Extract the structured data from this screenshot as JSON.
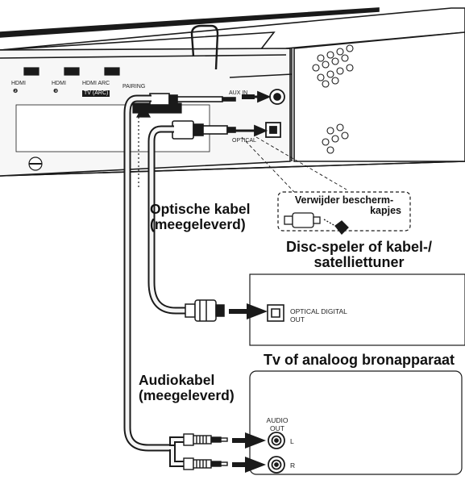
{
  "labels": {
    "optical_cable": [
      "Optische kabel",
      "(meegeleverd)"
    ],
    "audio_cable": [
      "Audiokabel",
      "(meegeleverd)"
    ],
    "disc_player": [
      "Disc-speler of kabel-/",
      "satelliettuner"
    ],
    "tv_source": "Tv of analoog bronapparaat",
    "remove_caps": [
      "Verwijder bescherm-",
      "kapjes"
    ]
  },
  "devices": {
    "optical_out": [
      "OPTICAL DIGITAL",
      "OUT"
    ],
    "audio_out": [
      "AUDIO",
      "OUT"
    ],
    "channel_left": "L",
    "channel_right": "R"
  },
  "soundbar": {
    "ports": [
      "HDMI",
      "HDMI",
      "HDMI ARC",
      "PAIRING"
    ],
    "port_numbers": [
      "❷",
      "❸",
      "TV (ARC)"
    ],
    "aux_in": "AUX IN",
    "optical": "OPTICAL"
  },
  "colors": {
    "stroke": "#1a1a1a",
    "cable": "#f5f5f5",
    "panel_fill": "#ffffff"
  }
}
